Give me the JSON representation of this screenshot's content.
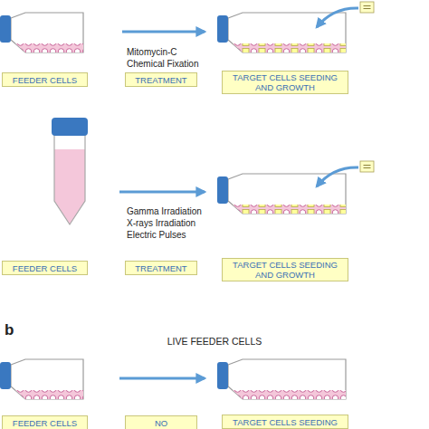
{
  "diagram": {
    "nodes": [
      {
        "text": [
          "FEEDER CELLS"
        ]
      },
      {
        "text": [
          "TREATMENT"
        ]
      },
      {
        "text": [
          "TARGET CELLS SEEDING AND GROWTH"
        ]
      },
      {
        "text": [
          "FEEDER CELLS"
        ]
      },
      {
        "text": [
          "TREATMENT"
        ]
      },
      {
        "text": [
          "TARGET CELLS SEEDING AND GROWTH"
        ]
      },
      {
        "text": [
          "FEEDER CELLS"
        ]
      },
      {
        "text": [
          "NO"
        ]
      },
      {
        "text": [
          "TARGET CELLS SEEDING"
        ]
      }
    ],
    "labels": [
      "Mitomycin-C",
      "Chemical Fixation",
      "Gamma Irradiation",
      "X-rays Irradiation",
      "Electric Pulses",
      "b",
      "LIVE FEEDER CELLS"
    ]
  }
}
